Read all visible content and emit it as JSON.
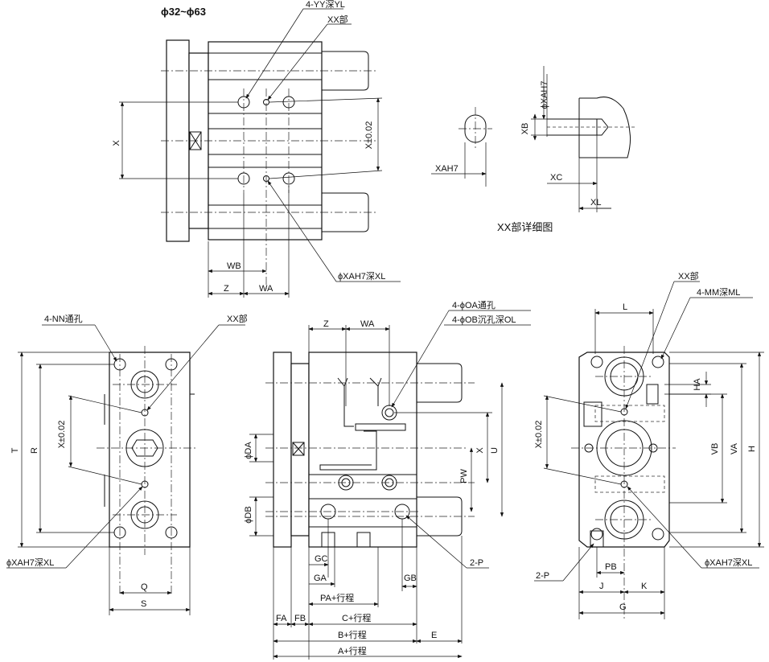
{
  "title": "ϕ32~ϕ63",
  "detail_caption": "XX部详细图",
  "labels": {
    "yy_depth": "4-YY深YL",
    "xx_part": "XX部",
    "x": "X",
    "x_tol": "X±0.02",
    "wb": "WB",
    "z": "Z",
    "wa": "WA",
    "xa_depth": "ϕXAH7深XL",
    "xa_phi": "ϕXAH7",
    "xa": "XAH7",
    "xb": "XB",
    "xc": "XC",
    "xl": "XL",
    "nn_through": "4-NN通孔",
    "t": "T",
    "r": "R",
    "q": "Q",
    "s": "S",
    "oa_through": "4-ϕOA通孔",
    "ob_counter": "4-ϕOB沉孔深OL",
    "da": "ϕDA",
    "db": "ϕDB",
    "u": "U",
    "pw": "PW",
    "gc": "GC",
    "ga": "GA",
    "gb": "GB",
    "two_p": "2-P",
    "pa_stroke": "PA+行程",
    "fa": "FA",
    "fb": "FB",
    "c_stroke": "C+行程",
    "b_stroke": "B+行程",
    "a_stroke": "A+行程",
    "e": "E",
    "mm_depth": "4-MM深ML",
    "l": "L",
    "ha": "HA",
    "vb": "VB",
    "va": "VA",
    "h": "H",
    "pb": "PB",
    "j": "J",
    "k": "K",
    "g": "G"
  }
}
